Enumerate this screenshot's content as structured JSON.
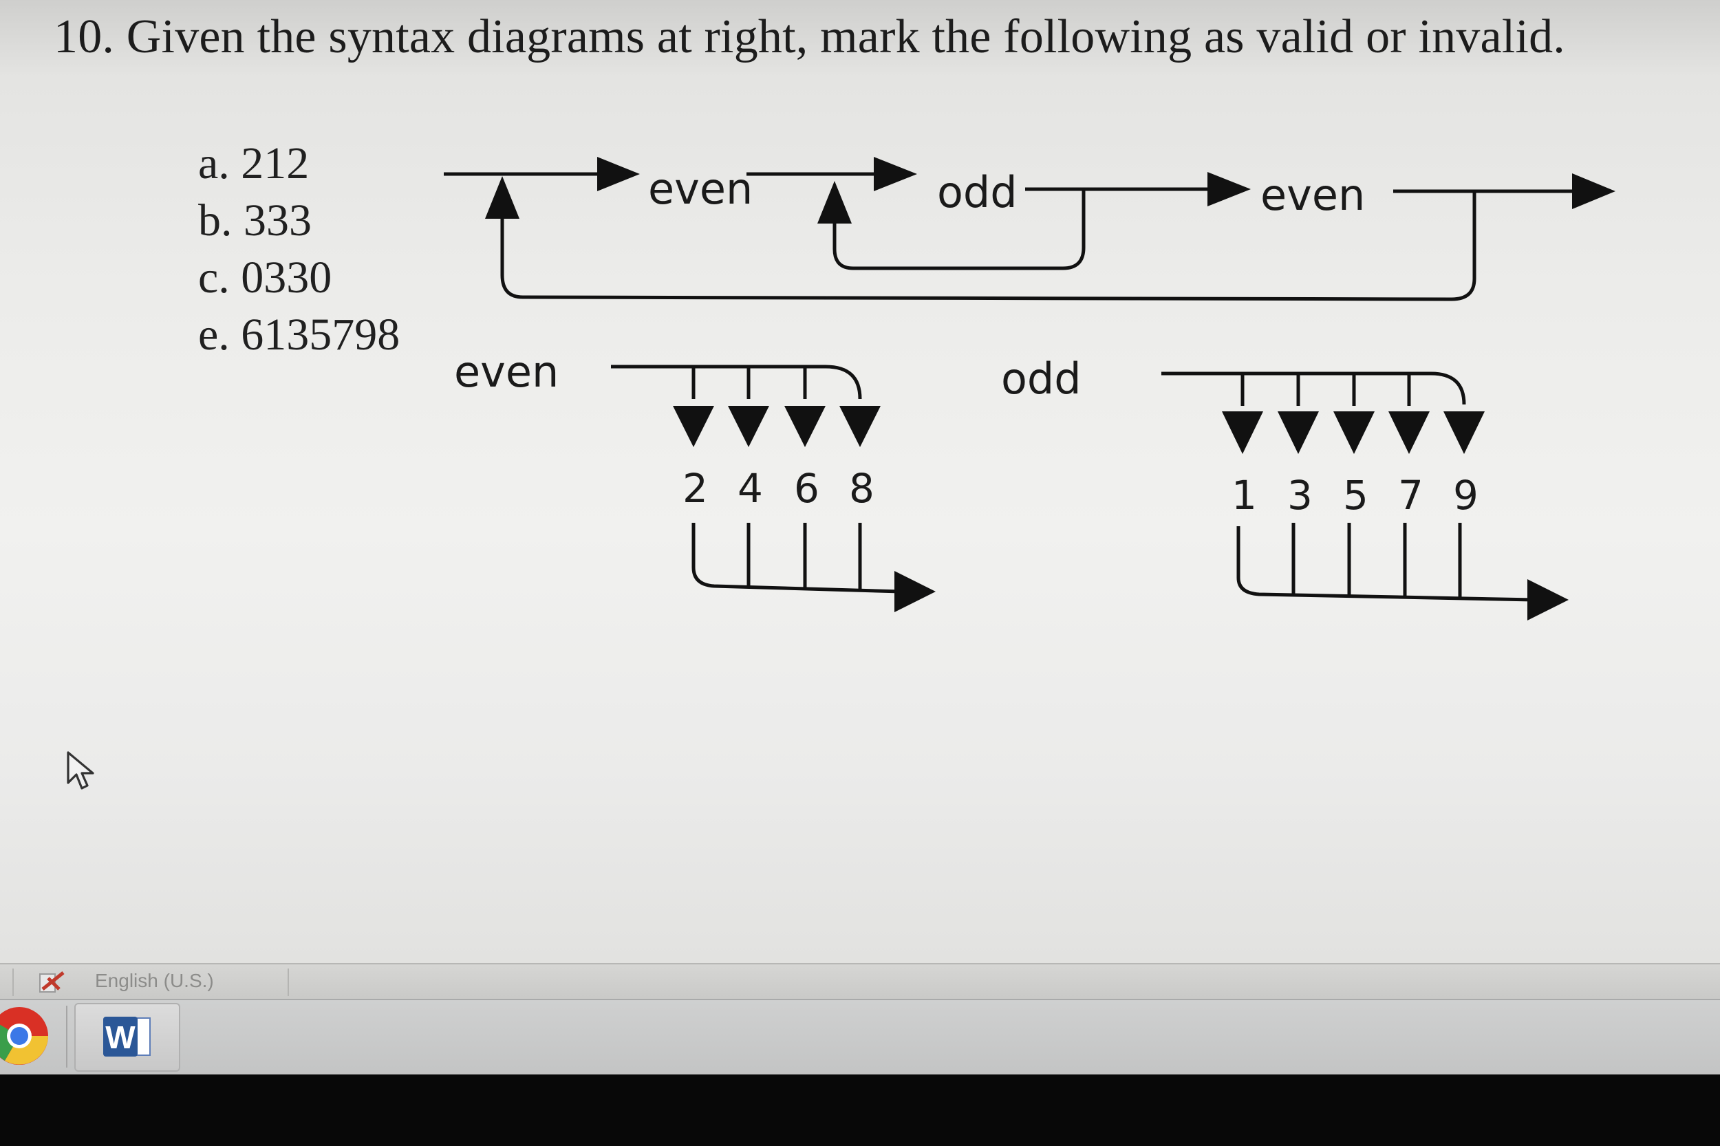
{
  "question": "10. Given the syntax diagrams at right, mark the following as valid or invalid.",
  "answers": [
    "a. 212",
    "b. 333",
    "c. 0330",
    "e. 6135798"
  ],
  "diagram": {
    "main_labels": [
      "even",
      "odd",
      "even"
    ],
    "even_label": "even",
    "odd_label": "odd",
    "even_digits": [
      "2",
      "4",
      "6",
      "8"
    ],
    "odd_digits": [
      "1",
      "3",
      "5",
      "7",
      "9"
    ]
  },
  "status_bar": {
    "language": "English (U.S.)"
  },
  "taskbar": {
    "word_letter": "W"
  }
}
